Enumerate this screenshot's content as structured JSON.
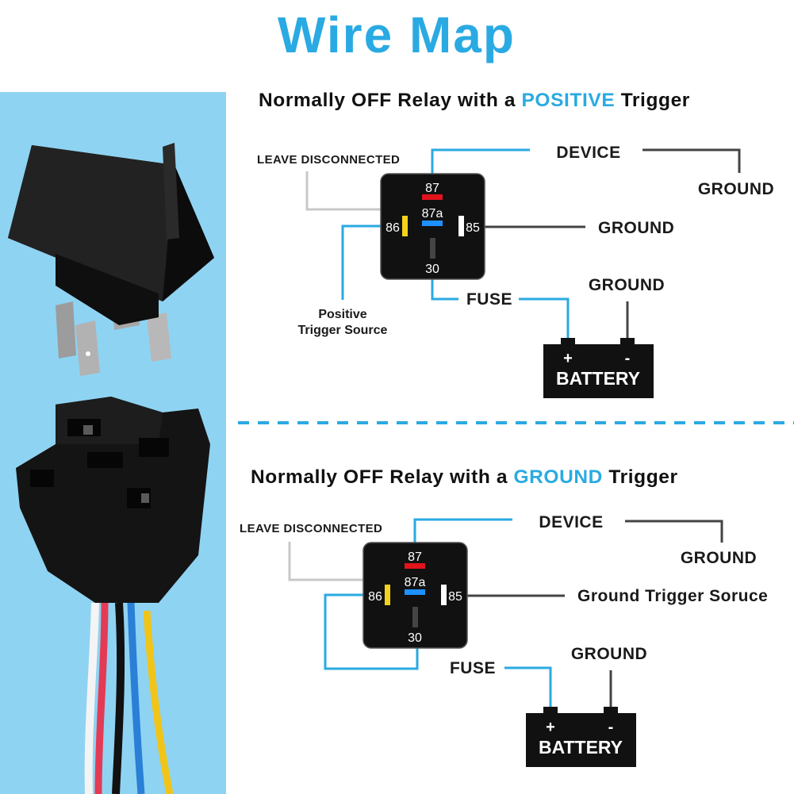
{
  "colors": {
    "accent": "#2aaae2",
    "panel": "#8fd3f2",
    "relay": "#111111",
    "pin87": "#e0141c",
    "pin87a": "#1e90ff",
    "pin86": "#f2d21b",
    "pin85": "#ffffff",
    "pin30": "#444444",
    "wire_blue": "#2aaae2",
    "wire_gray": "#c8c8c8",
    "wire_dark": "#444444"
  },
  "title": "Wire Map",
  "diagrams": [
    {
      "heading_pre": "Normally OFF Relay with a ",
      "heading_accent": "POSITIVE",
      "heading_post": " Trigger",
      "leave_disconnected": "LEAVE DISCONNECTED",
      "device": "DEVICE",
      "device_ground": "GROUND",
      "pin85_target": "GROUND",
      "pin86_target_line1": "Positive",
      "pin86_target_line2": "Trigger Source",
      "fuse": "FUSE",
      "battery_ground": "GROUND",
      "battery": "BATTERY",
      "battery_plus": "+",
      "battery_minus": "-",
      "pins": {
        "p87": "87",
        "p87a": "87a",
        "p86": "86",
        "p85": "85",
        "p30": "30"
      }
    },
    {
      "heading_pre": "Normally OFF Relay with a ",
      "heading_accent": "GROUND",
      "heading_post": " Trigger",
      "leave_disconnected": "LEAVE DISCONNECTED",
      "device": "DEVICE",
      "device_ground": "GROUND",
      "pin85_target": "Ground Trigger Soruce",
      "fuse": "FUSE",
      "battery_ground": "GROUND",
      "battery": "BATTERY",
      "battery_plus": "+",
      "battery_minus": "-",
      "pins": {
        "p87": "87",
        "p87a": "87a",
        "p86": "86",
        "p85": "85",
        "p30": "30"
      }
    }
  ],
  "photos": [
    {
      "icon": "relay-photo"
    },
    {
      "icon": "relay-socket-photo"
    }
  ]
}
